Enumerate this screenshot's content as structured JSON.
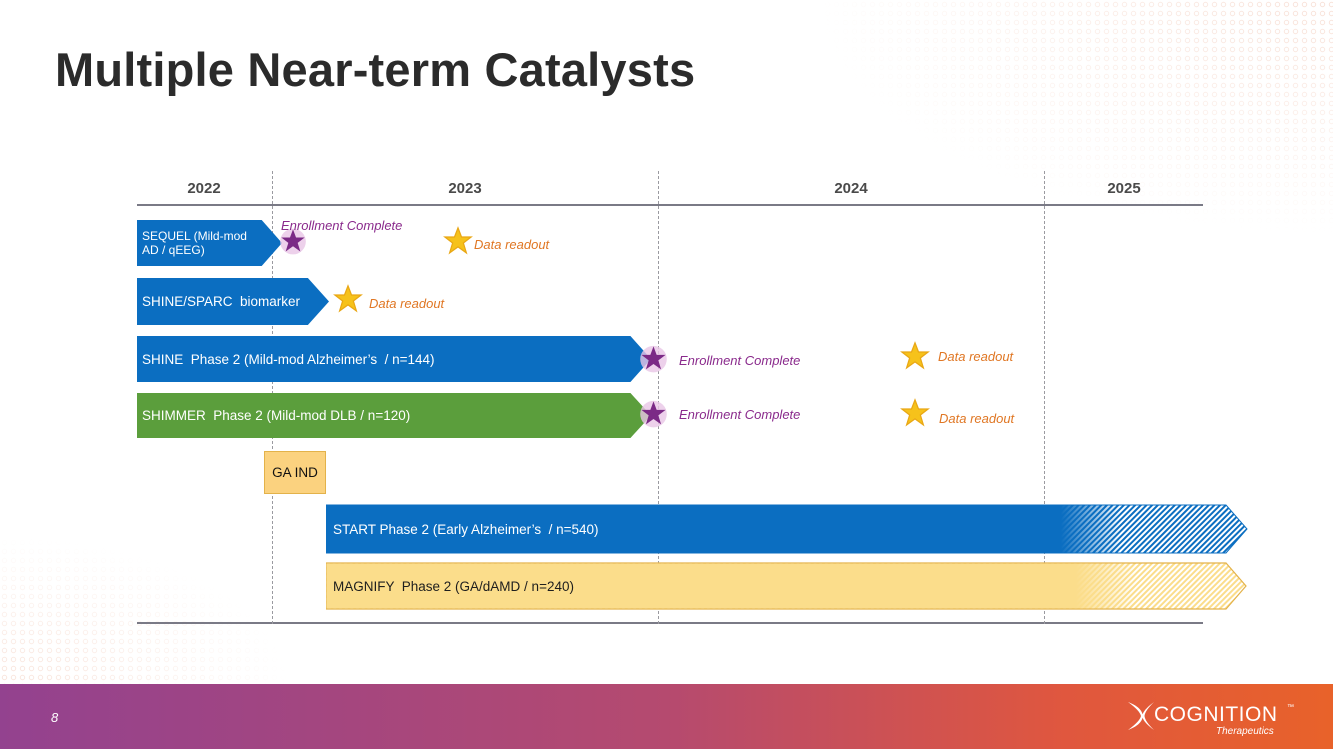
{
  "title": "Multiple Near-term Catalysts",
  "timeline": {
    "years": [
      "2022",
      "2023",
      "2024",
      "2025"
    ],
    "programs": [
      {
        "label": "SEQUEL (Mild-mod AD / qEEG)",
        "color": "blue"
      },
      {
        "label": "SHINE/SPARC  biomarker",
        "color": "blue"
      },
      {
        "label": "SHINE  Phase 2 (Mild-mod Alzheimer’s  / n=144)",
        "color": "blue"
      },
      {
        "label": "SHIMMER  Phase 2 (Mild-mod DLB / n=120)",
        "color": "green"
      },
      {
        "label": "GA IND",
        "color": "yellow"
      },
      {
        "label": "START Phase 2 (Early Alzheimer’s  / n=540)",
        "color": "blue"
      },
      {
        "label": "MAGNIFY  Phase 2 (GA/dAMD / n=240)",
        "color": "yellow"
      }
    ],
    "milestones": {
      "sequel_enrollment": "Enrollment Complete",
      "sequel_data": "Data readout",
      "shine_sparc_data": "Data readout",
      "shine_enrollment": "Enrollment Complete",
      "shine_data": "Data readout",
      "shimmer_enrollment": "Enrollment Complete",
      "shimmer_data": "Data readout"
    }
  },
  "colors": {
    "blue": "#0b6ec1",
    "green": "#5b9e3c",
    "yellow": "#fbdd8b",
    "purple_star": "#7b2a86",
    "gold_star": "#f6c21b",
    "annotation_purple": "#8a2a8c",
    "annotation_orange": "#e07724"
  },
  "footer": {
    "page_number": "8",
    "logo_name": "COGNITION",
    "logo_sub": "Therapeutics",
    "logo_tm": "™"
  }
}
